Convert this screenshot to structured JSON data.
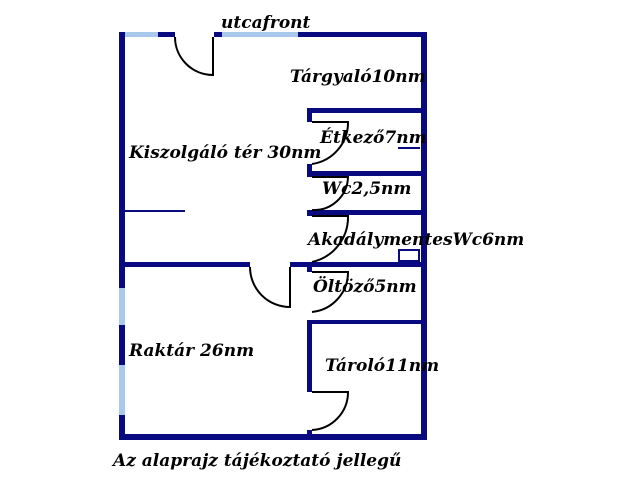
{
  "plan": {
    "street_label": "utcafront",
    "caption": "Az alaprajz tájékoztató jellegű",
    "rooms": [
      {
        "label": "Tárgyaló10nm"
      },
      {
        "label": "Étkező7nm"
      },
      {
        "label": "Kiszolgáló tér 30nm"
      },
      {
        "label": "Wc2,5nm"
      },
      {
        "label": "AkadálymentesWc6nm"
      },
      {
        "label": "Öltöző5nm"
      },
      {
        "label": "Raktár 26nm"
      },
      {
        "label": "Tároló11nm"
      }
    ],
    "colors": {
      "wall": "#0a0a80",
      "window": "#a8c8ec",
      "door": "#000000"
    }
  }
}
